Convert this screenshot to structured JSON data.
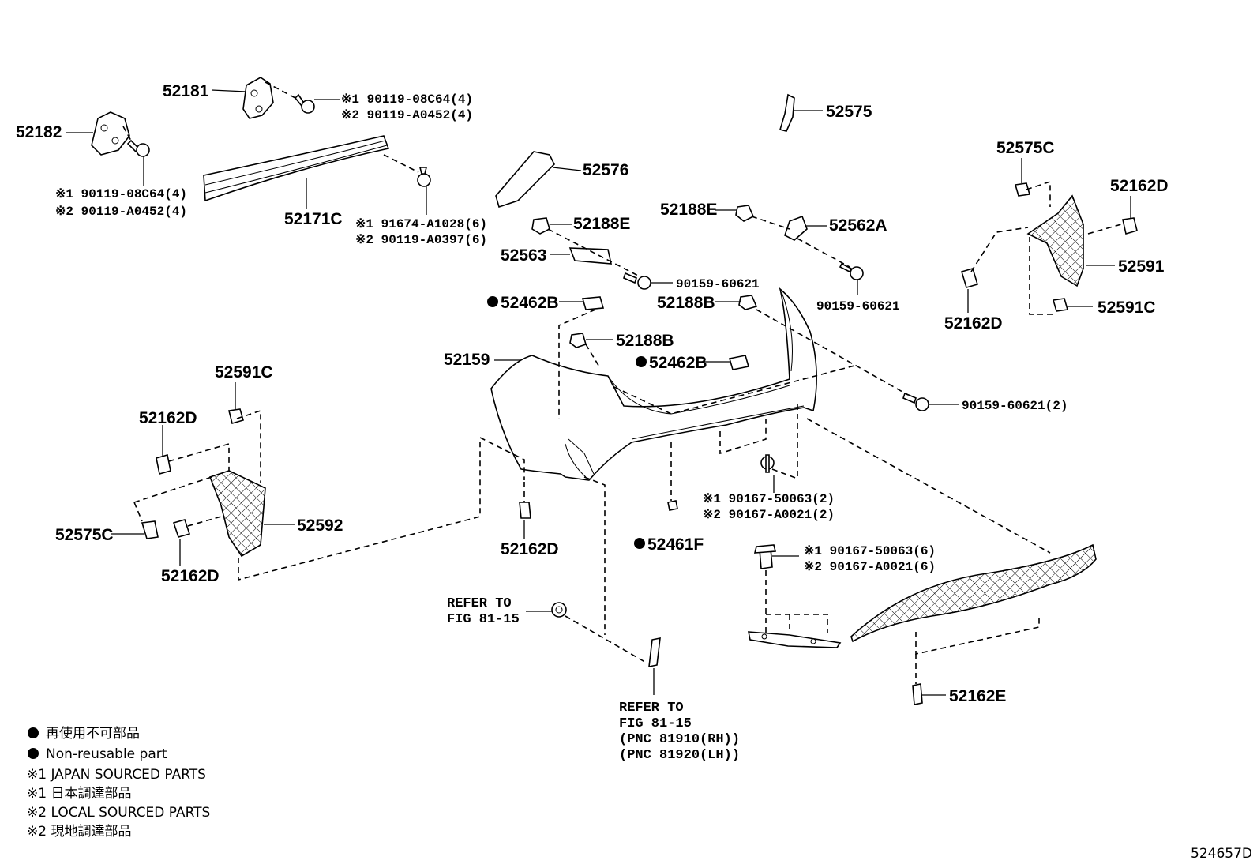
{
  "labels": {
    "p52181": "52181",
    "p52182": "52182",
    "p52171C": "52171C",
    "p52575": "52575",
    "p52576": "52576",
    "p52188E_a": "52188E",
    "p52188E_b": "52188E",
    "p52562A": "52562A",
    "p52563": "52563",
    "p52575C_r": "52575C",
    "p52162D_r1": "52162D",
    "p52591": "52591",
    "p52162D_r2": "52162D",
    "p52591C_r": "52591C",
    "p52462B_a": "52462B",
    "p52188B_a": "52188B",
    "p52188B_b": "52188B",
    "p52462B_b": "52462B",
    "p52159": "52159",
    "p52591C_l": "52591C",
    "p52162D_l1": "52162D",
    "p52575C_l": "52575C",
    "p52592": "52592",
    "p52162D_l2": "52162D",
    "p52162D_c": "52162D",
    "p52461F": "52461F",
    "p52162E": "52162E",
    "n90159_a": "90159-60621",
    "n90159_b": "90159-60621",
    "n90159_c": "90159-60621(2)"
  },
  "notes": {
    "n1a": "※1 90119-08C64(4)",
    "n1b": "※2 90119-A0452(4)",
    "n2a": "※1 90119-08C64(4)",
    "n2b": "※2 90119-A0452(4)",
    "n3a": "※1 91674-A1028(6)",
    "n3b": "※2 90119-A0397(6)",
    "n4a": "※1 90167-50063(2)",
    "n4b": "※2 90167-A0021(2)",
    "n5a": "※1 90167-50063(6)",
    "n5b": "※2 90167-A0021(6)"
  },
  "refs": {
    "r1a": "REFER TO",
    "r1b": "FIG 81-15",
    "r2a": "REFER TO",
    "r2b": "FIG 81-15",
    "r2c": "(PNC 81910(RH))",
    "r2d": "(PNC 81920(LH))"
  },
  "legend": {
    "l1": "再使用不可部品",
    "l2": "Non-reusable part",
    "l3": "※1 JAPAN SOURCED PARTS",
    "l4": "※1 日本調達部品",
    "l5": "※2 LOCAL SOURCED PARTS",
    "l6": "※2 現地調達部品"
  },
  "diagram_id": "524657D"
}
